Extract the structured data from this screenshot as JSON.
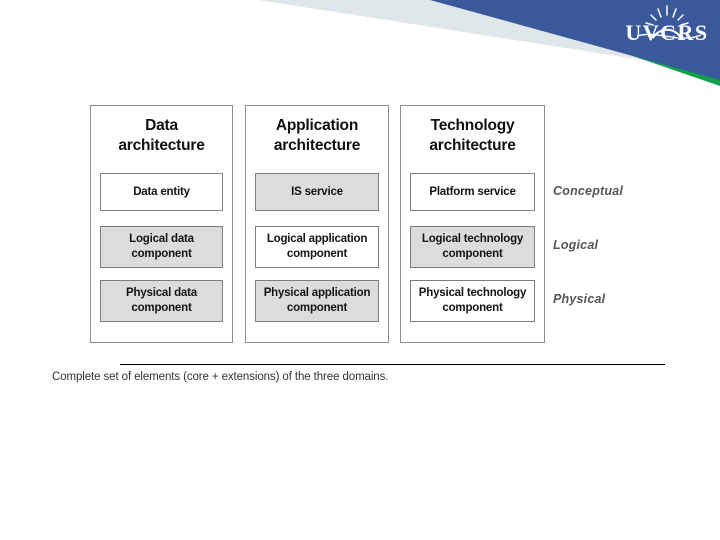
{
  "banner": {
    "name": "diagonal-banner",
    "colors": {
      "blue": "#39599b",
      "green": "#11a14a",
      "light": "#dfe7ea",
      "white": "#ffffff"
    }
  },
  "logo": {
    "text": "UVCRS",
    "name": "uvcrs-logo",
    "color": "#ffffff"
  },
  "diagram": {
    "columns": [
      {
        "title": "Data\narchitecture",
        "title_line1": "Data",
        "title_line2": "architecture",
        "cells": [
          {
            "label": "Data entity",
            "fill": "white"
          },
          {
            "label": "Logical data\ncomponent",
            "fill": "gray"
          },
          {
            "label": "Physical data\ncomponent",
            "fill": "gray"
          }
        ]
      },
      {
        "title": "Application\narchitecture",
        "title_line1": "Application",
        "title_line2": "architecture",
        "cells": [
          {
            "label": "IS service",
            "fill": "gray"
          },
          {
            "label": "Logical application\ncomponent",
            "fill": "white"
          },
          {
            "label": "Physical application\ncomponent",
            "fill": "gray"
          }
        ]
      },
      {
        "title": "Technology\narchitecture",
        "title_line1": "Technology",
        "title_line2": "architecture",
        "cells": [
          {
            "label": "Platform service",
            "fill": "white"
          },
          {
            "label": "Logical technology\ncomponent",
            "fill": "gray"
          },
          {
            "label": "Physical technology\ncomponent",
            "fill": "white"
          }
        ]
      }
    ],
    "row_labels": [
      "Conceptual",
      "Logical",
      "Physical"
    ]
  },
  "caption": {
    "text": "Complete set of elements (core + extensions) of the three domains."
  }
}
